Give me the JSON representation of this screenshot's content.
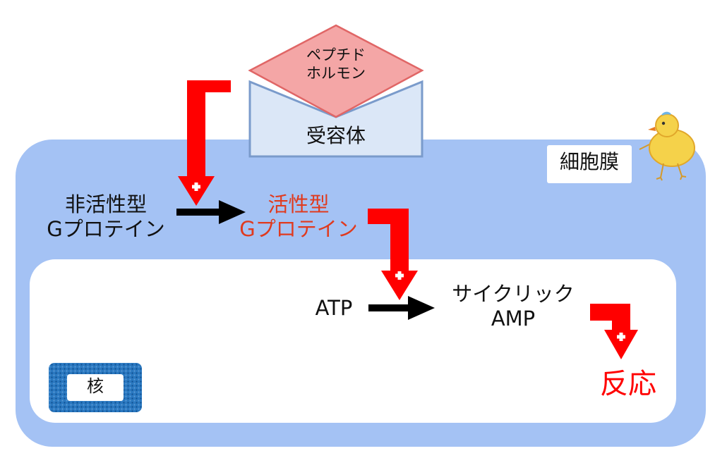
{
  "labels": {
    "hormone_line1": "ペプチド",
    "hormone_line2": "ホルモン",
    "receptor": "受容体",
    "membrane": "細胞膜",
    "inactive_line1": "非活性型",
    "inactive_line2": "Gプロテイン",
    "active_line1": "活性型",
    "active_line2": "Gプロテイン",
    "atp": "ATP",
    "camp_line1": "サイクリック",
    "camp_line2": "AMP",
    "nucleus": "核",
    "reaction": "反応",
    "plus": "+"
  },
  "colors": {
    "membrane": "#a4c2f4",
    "inner": "#ffffff",
    "receptor_fill": "#dbe7f7",
    "receptor_stroke": "#7a9bcb",
    "hormone_fill": "#f4a6a6",
    "hormone_stroke": "#e06666",
    "signal_arrow": "#ff0000",
    "conversion_arrow": "#000000",
    "active_text": "#e03a1e",
    "reaction_text": "#ff0000",
    "nucleus": "#1f6fb5"
  }
}
